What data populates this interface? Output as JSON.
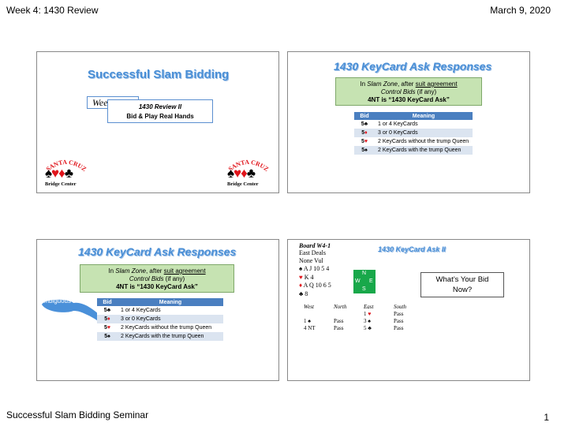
{
  "page": {
    "header_left": "Week 4: 1430 Review",
    "header_right": "March 9, 2020",
    "footer_left": "Successful Slam Bidding Seminar",
    "page_number": "1"
  },
  "slide1": {
    "title": "Successful Slam Bidding",
    "week": "Week 4",
    "review_line1": "1430 Review II",
    "review_line2": "Bid & Play Real Hands",
    "logo_arc": "SANTA CRUZ",
    "logo_text": "Bridge Center"
  },
  "slide2": {
    "title": "1430 KeyCard Ask Responses",
    "box_line1_prefix": "In ",
    "box_line1_italic": "Slam Zone",
    "box_line1_mid": ", after ",
    "box_line1_underline": "suit agreement",
    "box_line2_italic": "Control Bids",
    "box_line2_rest": " (if any)",
    "box_line3": "4NT is “1430 KeyCard Ask”",
    "table_headers": [
      "Bid",
      "Meaning"
    ],
    "rows": [
      {
        "level": "5",
        "suit": "♣",
        "color": "#000000",
        "meaning": "1 or 4 KeyCards"
      },
      {
        "level": "5",
        "suit": "♦",
        "color": "#e0141b",
        "meaning": "3 or 0 KeyCards"
      },
      {
        "level": "5",
        "suit": "♥",
        "color": "#e0141b",
        "meaning": "2 KeyCards without the trump Queen"
      },
      {
        "level": "5",
        "suit": "♠",
        "color": "#000000",
        "meaning": "2 KeyCards with the trump Queen"
      }
    ]
  },
  "slide3": {
    "title": "1430 KeyCard Ask Responses",
    "callout": "Ambiguous"
  },
  "slide4": {
    "board": "Board W4-1",
    "dealer": "East Deals",
    "vul": "None Vul",
    "hand": [
      {
        "suit": "♠",
        "color": "#000000",
        "cards": "A J 10 5 4"
      },
      {
        "suit": "♥",
        "color": "#e0141b",
        "cards": "K 4"
      },
      {
        "suit": "♦",
        "color": "#e0141b",
        "cards": "A Q 10 6 5"
      },
      {
        "suit": "♣",
        "color": "#000000",
        "cards": "8"
      }
    ],
    "compass": {
      "n": "N",
      "w": "W",
      "e": "E",
      "s": "S"
    },
    "title": "1430 KeyCard Ask II",
    "question_line1": "What’s Your Bid",
    "question_line2": "Now?",
    "auction_headers": [
      "West",
      "North",
      "East",
      "South"
    ],
    "auction": [
      [
        "",
        "",
        "1 ♥",
        "Pass"
      ],
      [
        "1 ♠",
        "Pass",
        "3 ♠",
        "Pass"
      ],
      [
        "4 NT",
        "Pass",
        "5 ♣",
        "Pass"
      ]
    ]
  }
}
